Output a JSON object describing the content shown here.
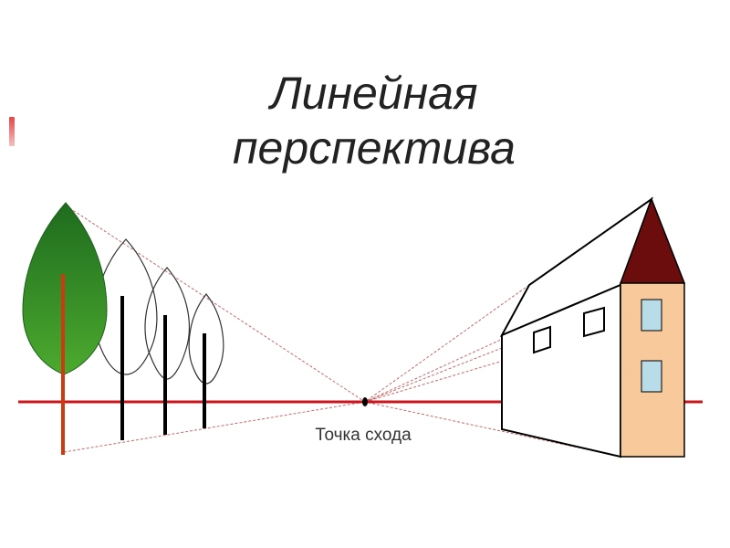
{
  "slide": {
    "title_line1": "Линейная",
    "title_line2": "перспектива"
  },
  "diagram": {
    "vanishing_point_label": "Точка схода"
  },
  "colors": {
    "horizon": "#c8161d",
    "guide_lines": "#c96a6a",
    "tree_crown_dark": "#1e6b1e",
    "tree_crown_light": "#4caa2e",
    "tree_trunk_front": "#cc3a10",
    "tree_trunk_back": "#000000",
    "roof": "#6b0d0d",
    "house_wall": "#f8c99a",
    "window": "#b8dde8"
  }
}
